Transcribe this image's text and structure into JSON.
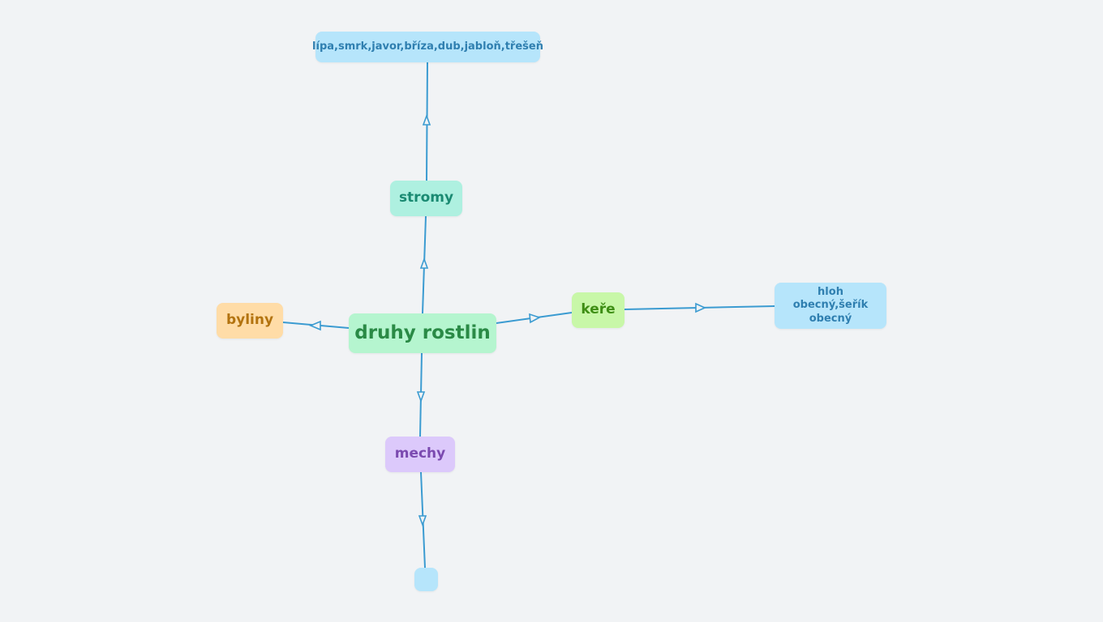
{
  "diagram": {
    "type": "mind-map",
    "edge_color": "#3b9bd1",
    "root": {
      "label": "druhy rostlin"
    },
    "topics": {
      "stromy": {
        "label": "stromy",
        "children": [
          "lípa,smrk,javor,bříza,dub,jabloň,třešeň"
        ]
      },
      "byliny": {
        "label": "byliny",
        "children": []
      },
      "kere": {
        "label": "keře",
        "children": [
          "hloh obecný,šeřík obecný"
        ]
      },
      "mechy": {
        "label": "mechy",
        "children": [
          ""
        ]
      }
    }
  }
}
